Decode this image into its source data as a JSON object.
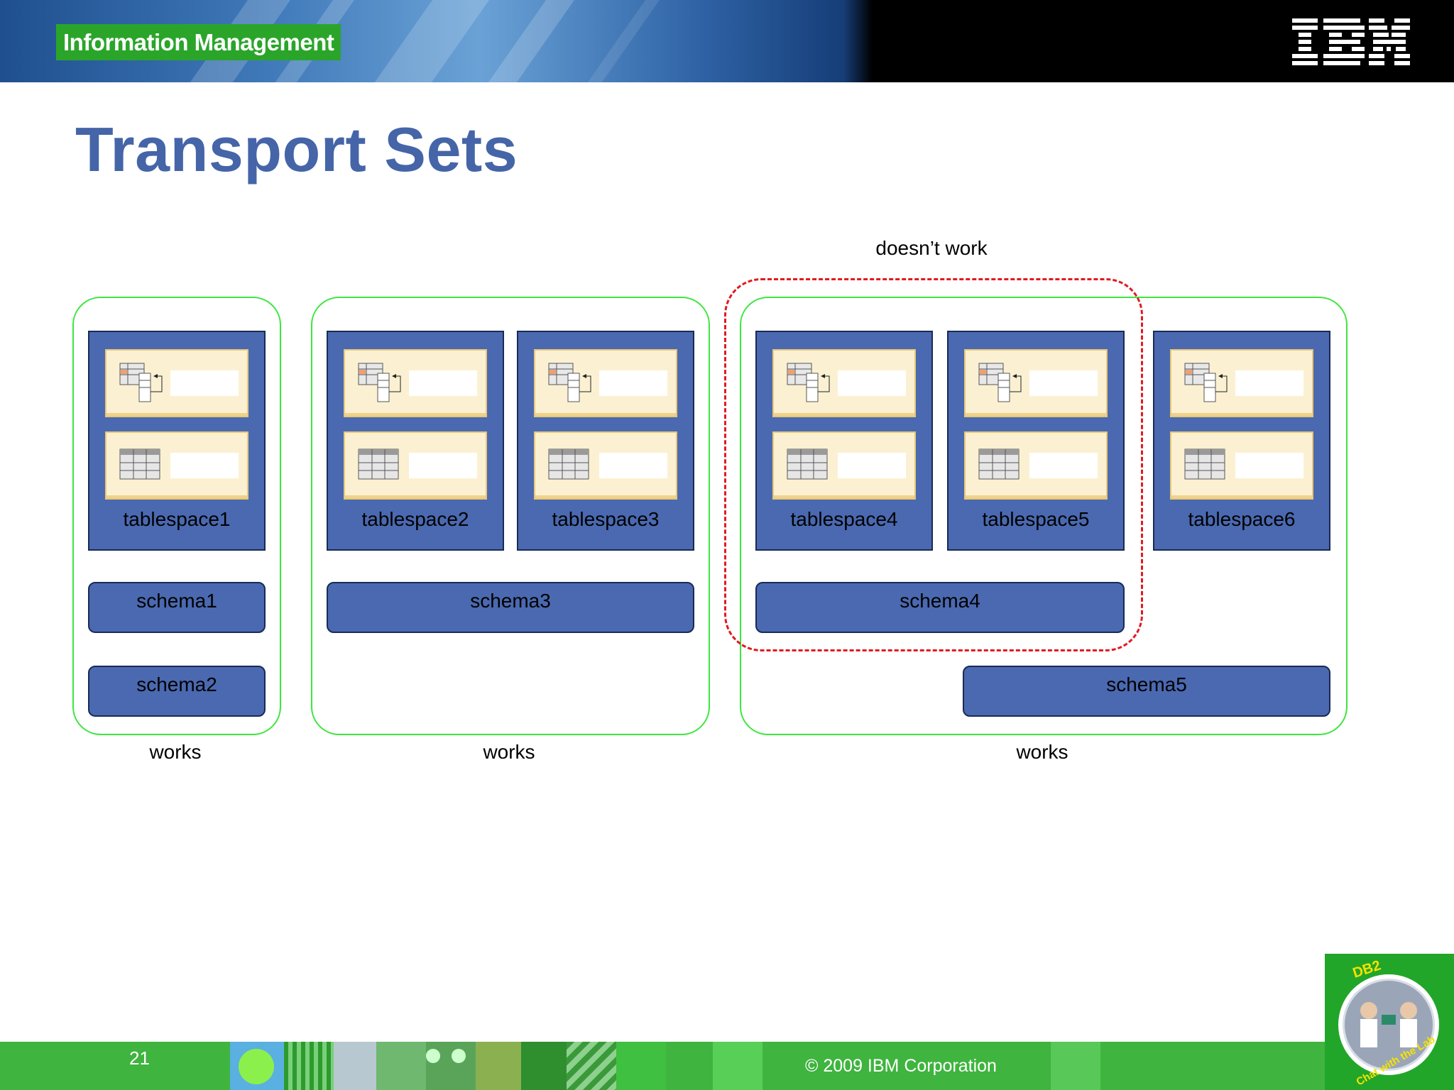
{
  "header": {
    "brand": "Information Management",
    "logo": "IBM"
  },
  "title": "Transport Sets",
  "diagram": {
    "tablespaces": [
      "tablespace1",
      "tablespace2",
      "tablespace3",
      "tablespace4",
      "tablespace5",
      "tablespace6"
    ],
    "schemas": [
      "schema1",
      "schema2",
      "schema3",
      "schema4",
      "schema5"
    ],
    "group_captions": [
      "works",
      "works",
      "works"
    ],
    "dashed_caption": "doesn’t work",
    "colors": {
      "group_outline": "#3ee63e",
      "dashed_outline": "#e01a22",
      "box_fill": "#4a69b0",
      "title": "#4565a8"
    },
    "icons": [
      "table-relationships-icon",
      "table-grid-icon"
    ]
  },
  "footer": {
    "page_number": "21",
    "copyright": "© 2009  IBM Corporation",
    "badge_text_top": "DB2",
    "badge_text_bottom": "Chat with the Lab"
  }
}
